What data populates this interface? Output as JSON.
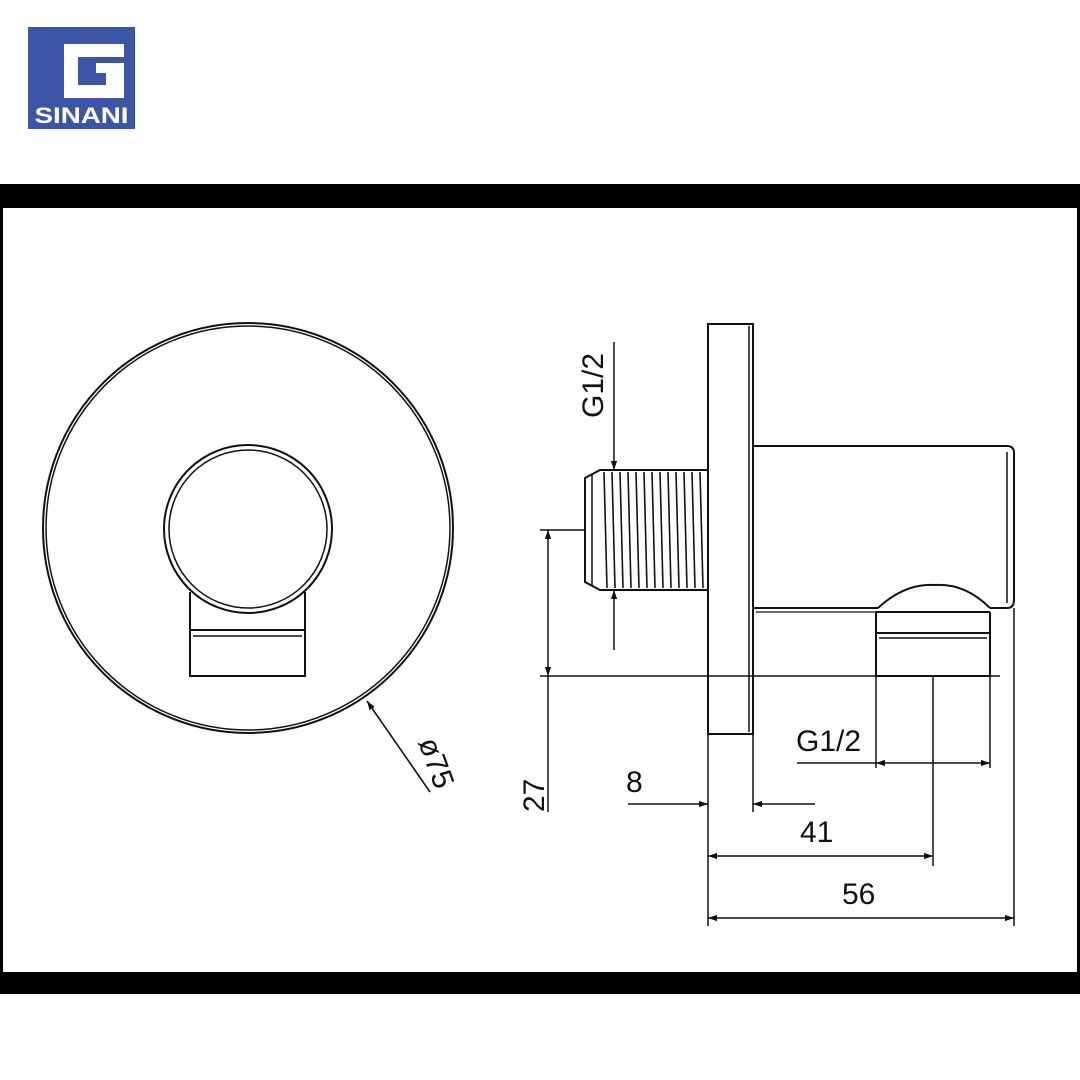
{
  "brand": {
    "name": "SINANI",
    "color": "#3a56a5"
  },
  "colors": {
    "line": "#111111",
    "band": "#000000",
    "background": "#ffffff"
  },
  "diagram": {
    "front_view": {
      "diameter_label": "ø75"
    },
    "side_view": {
      "inlet_thread_label": "G1/2",
      "outlet_thread_label": "G1/2",
      "height_label": "27",
      "plate_thickness_label": "8",
      "outlet_center_label": "41",
      "total_depth_label": "56"
    }
  }
}
